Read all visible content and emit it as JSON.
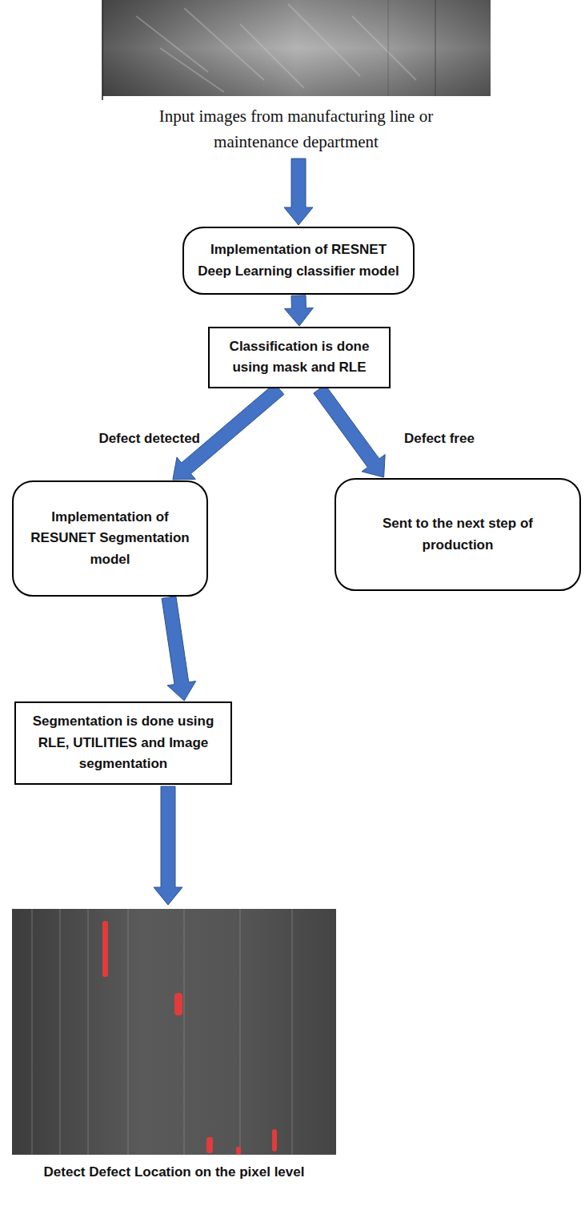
{
  "diagram": {
    "nodes": [
      {
        "text": [
          "Implementation of RESNET Deep Learning classifier model"
        ]
      },
      {
        "text": [
          "Classification is done using mask and RLE"
        ]
      },
      {
        "text": [
          "Implementation of RESUNET Segmentation model"
        ]
      },
      {
        "text": [
          "Sent to the next step of production"
        ]
      },
      {
        "text": [
          "Segmentation is done using RLE, UTILITIES and Image segmentation"
        ]
      }
    ],
    "edges": [
      {
        "from": 0,
        "to": 1,
        "arrow": "to"
      },
      {
        "from": 1,
        "to": 2,
        "label": "Defect detected",
        "arrow": "to"
      },
      {
        "from": 1,
        "to": 3,
        "label": "Defect free",
        "arrow": "to"
      },
      {
        "from": 2,
        "to": 4,
        "arrow": "to"
      }
    ],
    "labels": [
      "Input images from manufacturing line or maintenance department",
      "Detect Defect Location on the pixel level"
    ]
  }
}
